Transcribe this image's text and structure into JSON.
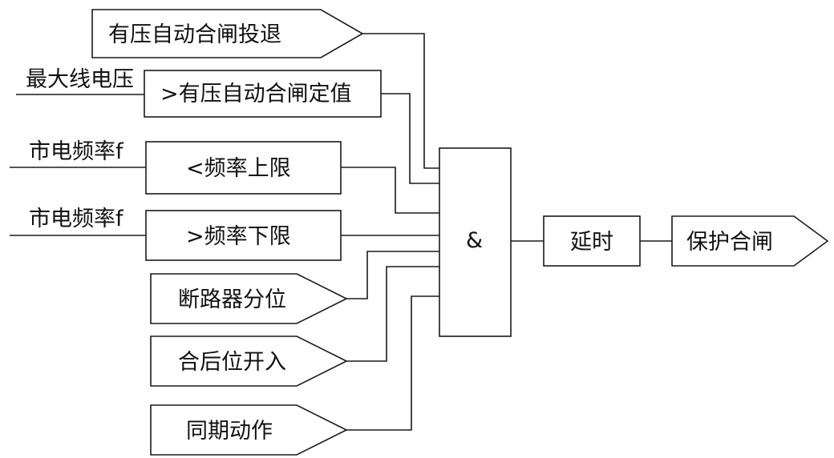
{
  "diagram": {
    "inputs": {
      "pressure_auto_close_enable": "有压自动合闸投退",
      "max_line_voltage": "最大线电压",
      "mains_freq_1": "市电频率f",
      "mains_freq_2": "市电频率f",
      "breaker_open": "断路器分位",
      "post_close_input": "合后位开入",
      "sync_action": "同期动作"
    },
    "comparators": {
      "above_pressure_setpoint": ">有压自动合闸定值",
      "below_freq_upper": "<频率上限",
      "above_freq_lower": ">频率下限"
    },
    "and_gate": "&",
    "delay": "延时",
    "output": "保护合闸"
  }
}
